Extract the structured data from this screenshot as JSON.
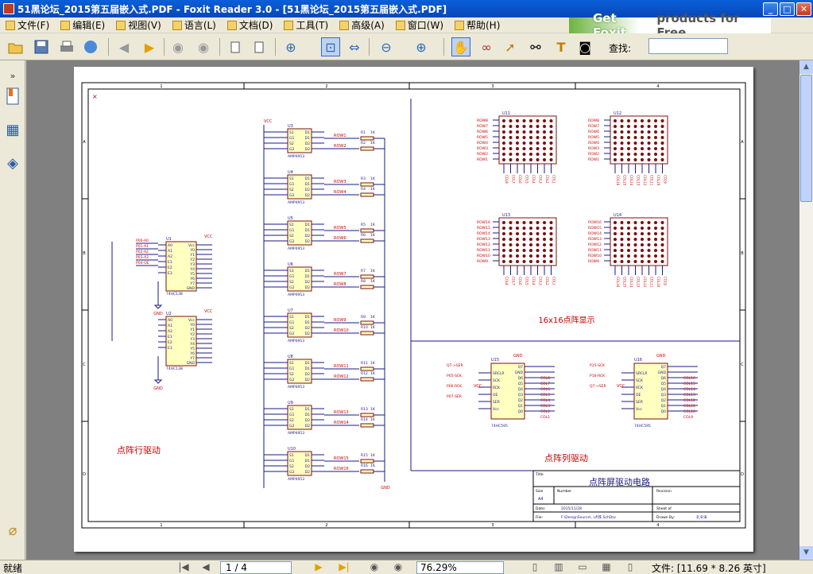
{
  "window": {
    "title": "51黑论坛_2015第五届嵌入式.PDF - Foxit Reader 3.0 - [51黑论坛_2015第五届嵌入式.PDF]"
  },
  "menu": [
    {
      "label": "文件(F)",
      "icon": "file-icon"
    },
    {
      "label": "编辑(E)",
      "icon": "edit-icon"
    },
    {
      "label": "视图(V)",
      "icon": "view-icon"
    },
    {
      "label": "语言(L)",
      "icon": "language-icon"
    },
    {
      "label": "文档(D)",
      "icon": "document-icon"
    },
    {
      "label": "工具(T)",
      "icon": "tools-icon"
    },
    {
      "label": "高级(A)",
      "icon": "advanced-icon"
    },
    {
      "label": "窗口(W)",
      "icon": "window-icon"
    },
    {
      "label": "帮助(H)",
      "icon": "help-icon"
    }
  ],
  "promo": {
    "part1": "Get Foxit",
    "part2": "products for Free"
  },
  "toolbar": {
    "find_label": "查找:",
    "find_value": ""
  },
  "status": {
    "ready": "就绪",
    "page_indicator": "1 / 4",
    "zoom": "76.29%",
    "file_size": "文件: [11.69 * 8.26 英寸]"
  },
  "schematic": {
    "col_markers": [
      "1",
      "2",
      "3",
      "4"
    ],
    "row_markers": [
      "A",
      "B",
      "C",
      "D"
    ],
    "row_driver_title": "点阵行驱动",
    "col_driver_title": "点阵列驱动",
    "matrix_title": "16x16点阵显示",
    "decoders": [
      {
        "ref": "U1",
        "part": "74HC138",
        "pins_left": [
          "A0",
          "A1",
          "A2",
          "E1",
          "E2",
          "E3"
        ],
        "pins_right": [
          "Vcc",
          "Y0",
          "Y1",
          "Y2",
          "Y3",
          "Y4",
          "Y5",
          "Y6",
          "Y7",
          "GND"
        ]
      },
      {
        "ref": "U2",
        "part": "74HC138",
        "pins_left": [
          "A0",
          "A1",
          "A2",
          "E1",
          "E2",
          "E3"
        ],
        "pins_right": [
          "Vcc",
          "Y0",
          "Y1",
          "Y2",
          "Y3",
          "Y4",
          "Y5",
          "Y6",
          "Y7",
          "GND"
        ]
      }
    ],
    "decoder_nets": [
      "P00-A0",
      "P01-A1",
      "P02-A2",
      "P03-A3",
      "P04-OE"
    ],
    "drivers": [
      {
        "ref": "U3",
        "part": "AMP4953",
        "rows": [
          "ROW1",
          "ROW2"
        ],
        "res": [
          "R1",
          "R2"
        ]
      },
      {
        "ref": "U4",
        "part": "AMP4953",
        "rows": [
          "ROW3",
          "ROW4"
        ],
        "res": [
          "R3",
          "R4"
        ]
      },
      {
        "ref": "U5",
        "part": "AMP4953",
        "rows": [
          "ROW5",
          "ROW6"
        ],
        "res": [
          "R5",
          "R6"
        ]
      },
      {
        "ref": "U6",
        "part": "AMP4953",
        "rows": [
          "ROW7",
          "ROW8"
        ],
        "res": [
          "R7",
          "R8"
        ]
      },
      {
        "ref": "U7",
        "part": "AMP4953",
        "rows": [
          "ROW9",
          "ROW10"
        ],
        "res": [
          "R9",
          "R10"
        ]
      },
      {
        "ref": "U8",
        "part": "AMP4953",
        "rows": [
          "ROW11",
          "ROW12"
        ],
        "res": [
          "R11",
          "R12"
        ]
      },
      {
        "ref": "U9",
        "part": "AMP4953",
        "rows": [
          "ROW13",
          "ROW14"
        ],
        "res": [
          "R13",
          "R14"
        ]
      },
      {
        "ref": "U10",
        "part": "AMP4953",
        "rows": [
          "ROW15",
          "ROW16"
        ],
        "res": [
          "R15",
          "R16"
        ]
      }
    ],
    "driver_pins": [
      "S1",
      "G1",
      "S2",
      "G2",
      "D1",
      "D1",
      "D2",
      "D2"
    ],
    "res_value": "1K",
    "matrices": [
      {
        "ref": "U11",
        "rows": [
          "ROW8",
          "ROW7",
          "ROW6",
          "ROW5",
          "ROW4",
          "ROW3",
          "ROW2",
          "ROW1"
        ],
        "cols": [
          "COL8",
          "COL7",
          "COL6",
          "COL5",
          "COL4",
          "COL3",
          "COL2",
          "COL1"
        ]
      },
      {
        "ref": "U12",
        "rows": [
          "ROW8",
          "ROW7",
          "ROW6",
          "ROW5",
          "ROW4",
          "ROW3",
          "ROW2",
          "ROW1"
        ],
        "cols": [
          "COL16",
          "COL15",
          "COL14",
          "COL13",
          "COL12",
          "COL11",
          "COL10",
          "COL9"
        ]
      },
      {
        "ref": "U13",
        "rows": [
          "ROW16",
          "ROW15",
          "ROW14",
          "ROW13",
          "ROW12",
          "ROW11",
          "ROW10",
          "ROW9"
        ],
        "cols": [
          "COL8",
          "COL7",
          "COL6",
          "COL5",
          "COL4",
          "COL3",
          "COL2",
          "COL1"
        ]
      },
      {
        "ref": "U14",
        "rows": [
          "ROW16",
          "ROW15",
          "ROW14",
          "ROW13",
          "ROW12",
          "ROW11",
          "ROW10",
          "ROW9"
        ],
        "cols": [
          "COL16",
          "COL15",
          "COL14",
          "COL13",
          "COL12",
          "COL11",
          "COL10",
          "COL9"
        ]
      }
    ],
    "shiftregs": [
      {
        "ref": "U15",
        "part": "74HC595",
        "left": [
          "Q7->SER",
          "P05-SCK",
          "P06-RCK",
          "P07-SER"
        ],
        "cols": [
          "COL8",
          "COL7",
          "COL6",
          "COL5",
          "COL4",
          "COL3",
          "COL2",
          "COL1"
        ]
      },
      {
        "ref": "U16",
        "part": "74HC595",
        "left": [
          "P15-SCK",
          "P16-RCK",
          "Q7->SER"
        ],
        "cols": [
          "COL16",
          "COL15",
          "COL14",
          "COL13",
          "COL12",
          "COL11",
          "COL10",
          "COL9"
        ]
      }
    ],
    "sr_pins_left": [
      "SRCLR",
      "SCK",
      "RCK",
      "OE",
      "SER",
      "Vcc"
    ],
    "sr_pins_right": [
      "Q7",
      "GND",
      "Q6",
      "Q5",
      "Q4",
      "Q3",
      "Q2",
      "Q1",
      "Q0"
    ],
    "power": {
      "vcc": "VCC",
      "gnd": "GND"
    },
    "titleblock": {
      "title_label": "Title",
      "title": "点阵屏驱动电路",
      "size_label": "Size",
      "size": "A4",
      "number_label": "Number",
      "revision_label": "Revision",
      "date_label": "Date:",
      "date": "2015/11/28",
      "sheet_label": "Sheet of",
      "file_label": "File:",
      "file": "F:\\DesignSource\\..\\点阵.SchDoc",
      "drawn_label": "Drawn By:",
      "drawn_by": "孔令涛"
    }
  }
}
